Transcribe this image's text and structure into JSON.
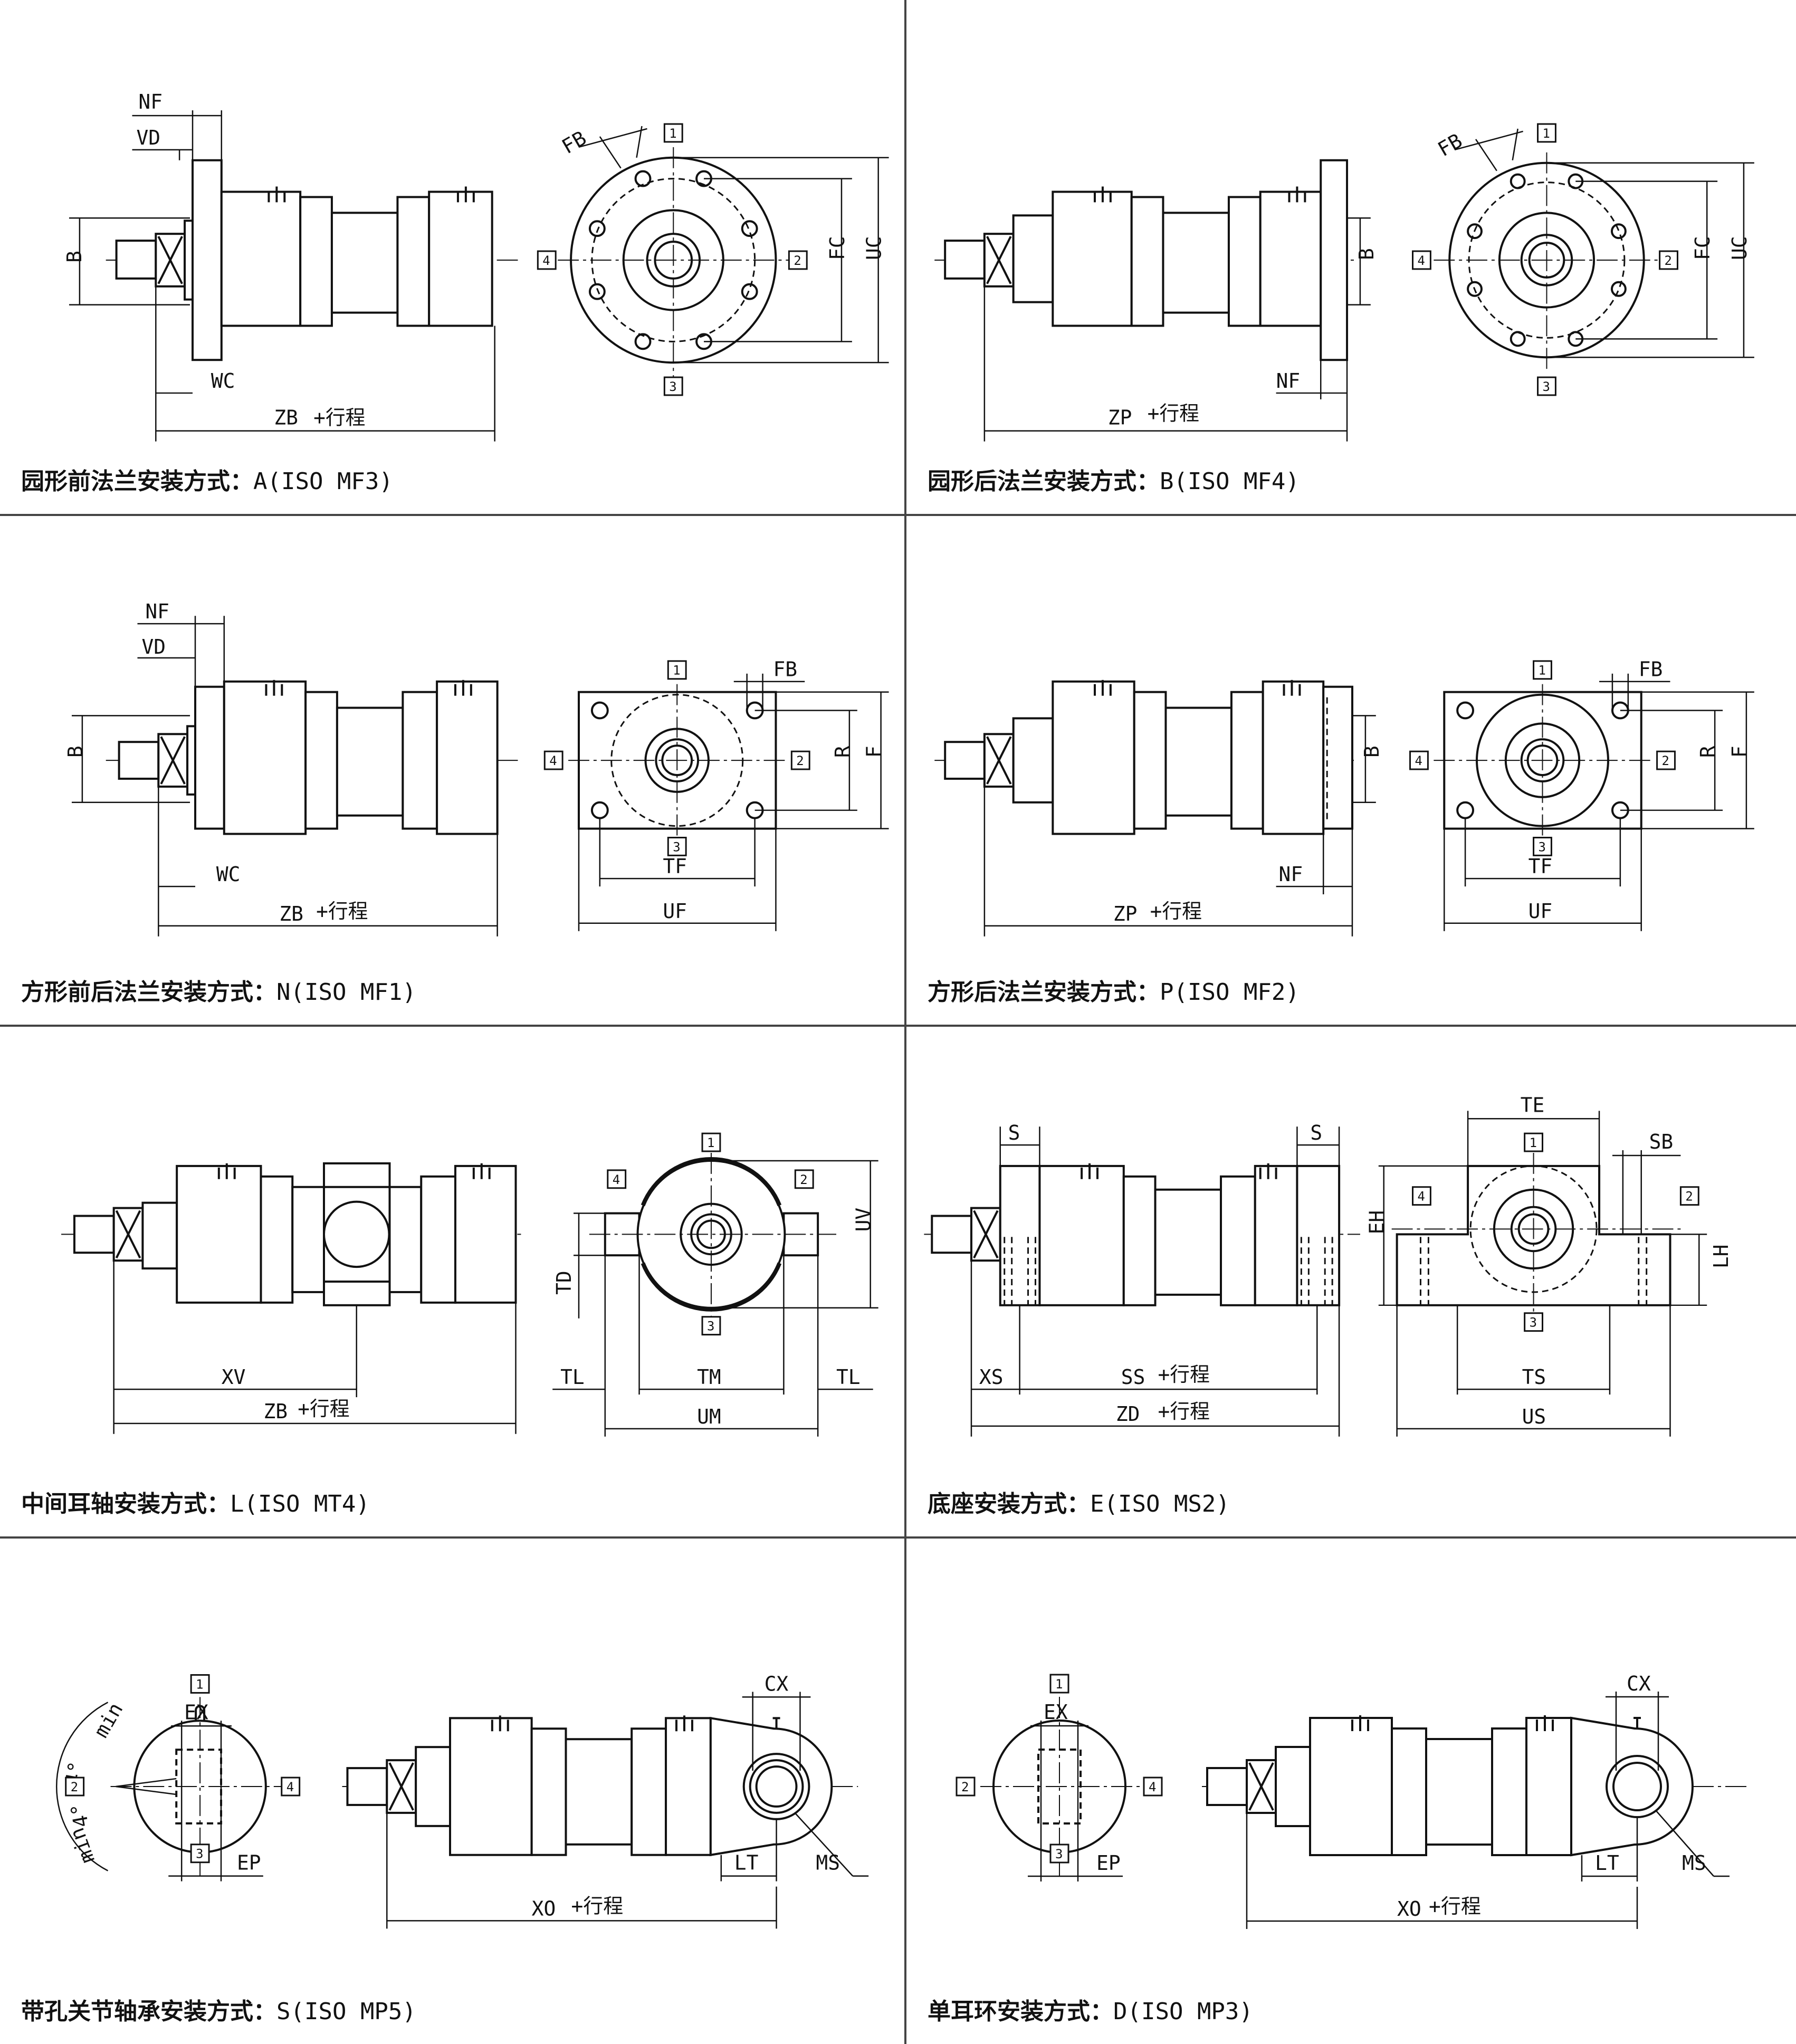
{
  "stroke_suffix": "+行程",
  "position_markers": [
    "1",
    "2",
    "3",
    "4"
  ],
  "panels": [
    {
      "id": "A",
      "caption_zh": "园形前法兰安装方式：",
      "caption_code": "A(ISO MF3)",
      "dims": [
        "NF",
        "VD",
        "B",
        "WC",
        "ZB",
        "FB",
        "FC",
        "UC"
      ]
    },
    {
      "id": "B",
      "caption_zh": "园形后法兰安装方式：",
      "caption_code": "B(ISO MF4)",
      "dims": [
        "B",
        "NF",
        "ZP",
        "FB",
        "FC",
        "UC"
      ]
    },
    {
      "id": "N",
      "caption_zh": "方形前后法兰安装方式：",
      "caption_code": "N(ISO MF1)",
      "dims": [
        "NF",
        "VD",
        "B",
        "WC",
        "ZB",
        "FB",
        "R",
        "F",
        "TF",
        "UF"
      ]
    },
    {
      "id": "P",
      "caption_zh": "方形后法兰安装方式：",
      "caption_code": "P(ISO MF2)",
      "dims": [
        "B",
        "NF",
        "ZP",
        "FB",
        "R",
        "F",
        "TF",
        "UF"
      ]
    },
    {
      "id": "L",
      "caption_zh": "中间耳轴安装方式：",
      "caption_code": "L(ISO MT4)",
      "dims": [
        "XV",
        "ZB",
        "TD",
        "TL",
        "TM",
        "UM",
        "UV"
      ]
    },
    {
      "id": "E",
      "caption_zh": "底座安装方式：",
      "caption_code": "E(ISO MS2)",
      "dims": [
        "S",
        "XS",
        "SS",
        "ZD",
        "TE",
        "SB",
        "EH",
        "LH",
        "TS",
        "US"
      ]
    },
    {
      "id": "S",
      "caption_zh": "带孔关节轴承安装方式：",
      "caption_code": "S(ISO MP5)",
      "dims": [
        "EX",
        "EP",
        "CX",
        "LT",
        "MS",
        "XO"
      ],
      "angle_labels": [
        "min",
        "min",
        "4°",
        "4°"
      ]
    },
    {
      "id": "D",
      "caption_zh": "单耳环安装方式：",
      "caption_code": "D(ISO MP3)",
      "dims": [
        "EX",
        "EP",
        "CX",
        "LT",
        "MS",
        "XO"
      ]
    }
  ]
}
